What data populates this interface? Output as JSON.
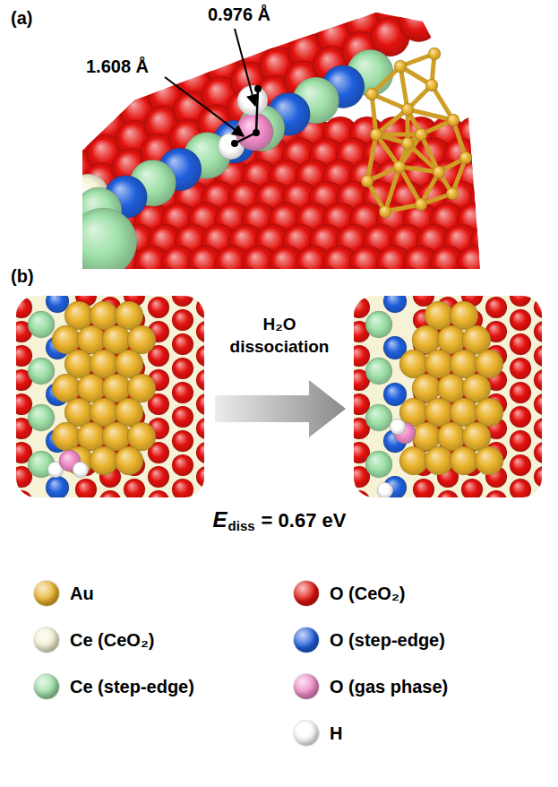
{
  "diagram": {
    "labels": [
      "(a)",
      "0.976 Å",
      "1.608 Å",
      "(b)",
      "H₂O dissociation",
      "E",
      "diss",
      "= 0.67 eV"
    ],
    "legend": [
      {
        "text": "Au",
        "color": "#eab32c"
      },
      {
        "text": "Ce (CeO₂)",
        "color": "#f6f2d6"
      },
      {
        "text": "Ce (step-edge)",
        "color": "#9fe0a8"
      },
      {
        "text": "O (CeO₂)",
        "color": "#e3120e"
      },
      {
        "text": "O (step-edge)",
        "color": "#1f5fdc"
      },
      {
        "text": "O (gas phase)",
        "color": "#f08cc8"
      },
      {
        "text": "H",
        "color": "#ffffff"
      }
    ]
  }
}
